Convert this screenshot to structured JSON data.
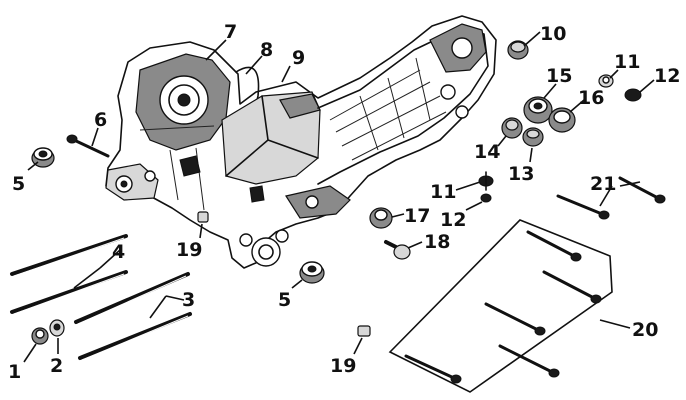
{
  "callouts": {
    "c1": "1",
    "c2": "2",
    "c3": "3",
    "c4": "4",
    "c5a": "5",
    "c5b": "5",
    "c6": "6",
    "c7": "7",
    "c8": "8",
    "c9": "9",
    "c10": "10",
    "c11a": "11",
    "c11b": "11",
    "c12a": "12",
    "c12b": "12",
    "c13": "13",
    "c14": "14",
    "c15": "15",
    "c16": "16",
    "c17": "17",
    "c18": "18",
    "c19a": "19",
    "c19b": "19",
    "c20": "20",
    "c21": "21"
  }
}
